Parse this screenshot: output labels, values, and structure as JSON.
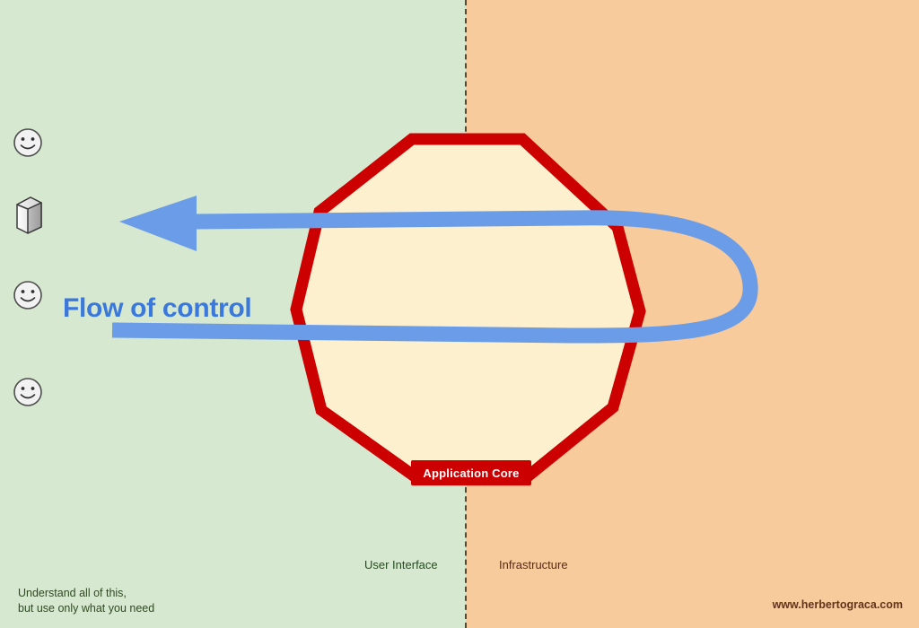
{
  "diagram": {
    "title": "Flow of control",
    "core_label": "Application Core",
    "zones": {
      "left": {
        "label": "User Interface",
        "color": "#d6e8cf",
        "text_color": "#234d20"
      },
      "right": {
        "label": "Infrastructure",
        "color": "#f8cb9c",
        "text_color": "#5a2b18"
      }
    },
    "divider": {
      "style": "dashed",
      "color": "#4c4c3a"
    },
    "core_shape": {
      "kind": "octagon",
      "border_color": "#cc0000",
      "fill_color": "#fdf0cf"
    },
    "flow": {
      "label": "Flow of control",
      "color": "#6b9ce8",
      "label_color": "#3b78dc",
      "direction": "right-to-left U-turn",
      "arrowhead": "left"
    },
    "actors": [
      {
        "name": "actor-user-top",
        "icon": "smiley-face-icon"
      },
      {
        "name": "actor-system",
        "icon": "server-box-icon"
      },
      {
        "name": "actor-user-middle",
        "icon": "smiley-face-icon"
      },
      {
        "name": "actor-user-bottom",
        "icon": "smiley-face-icon"
      }
    ],
    "footnote": "Understand all of this,\nbut use only what you need",
    "watermark": "www.herbertograca.com"
  }
}
